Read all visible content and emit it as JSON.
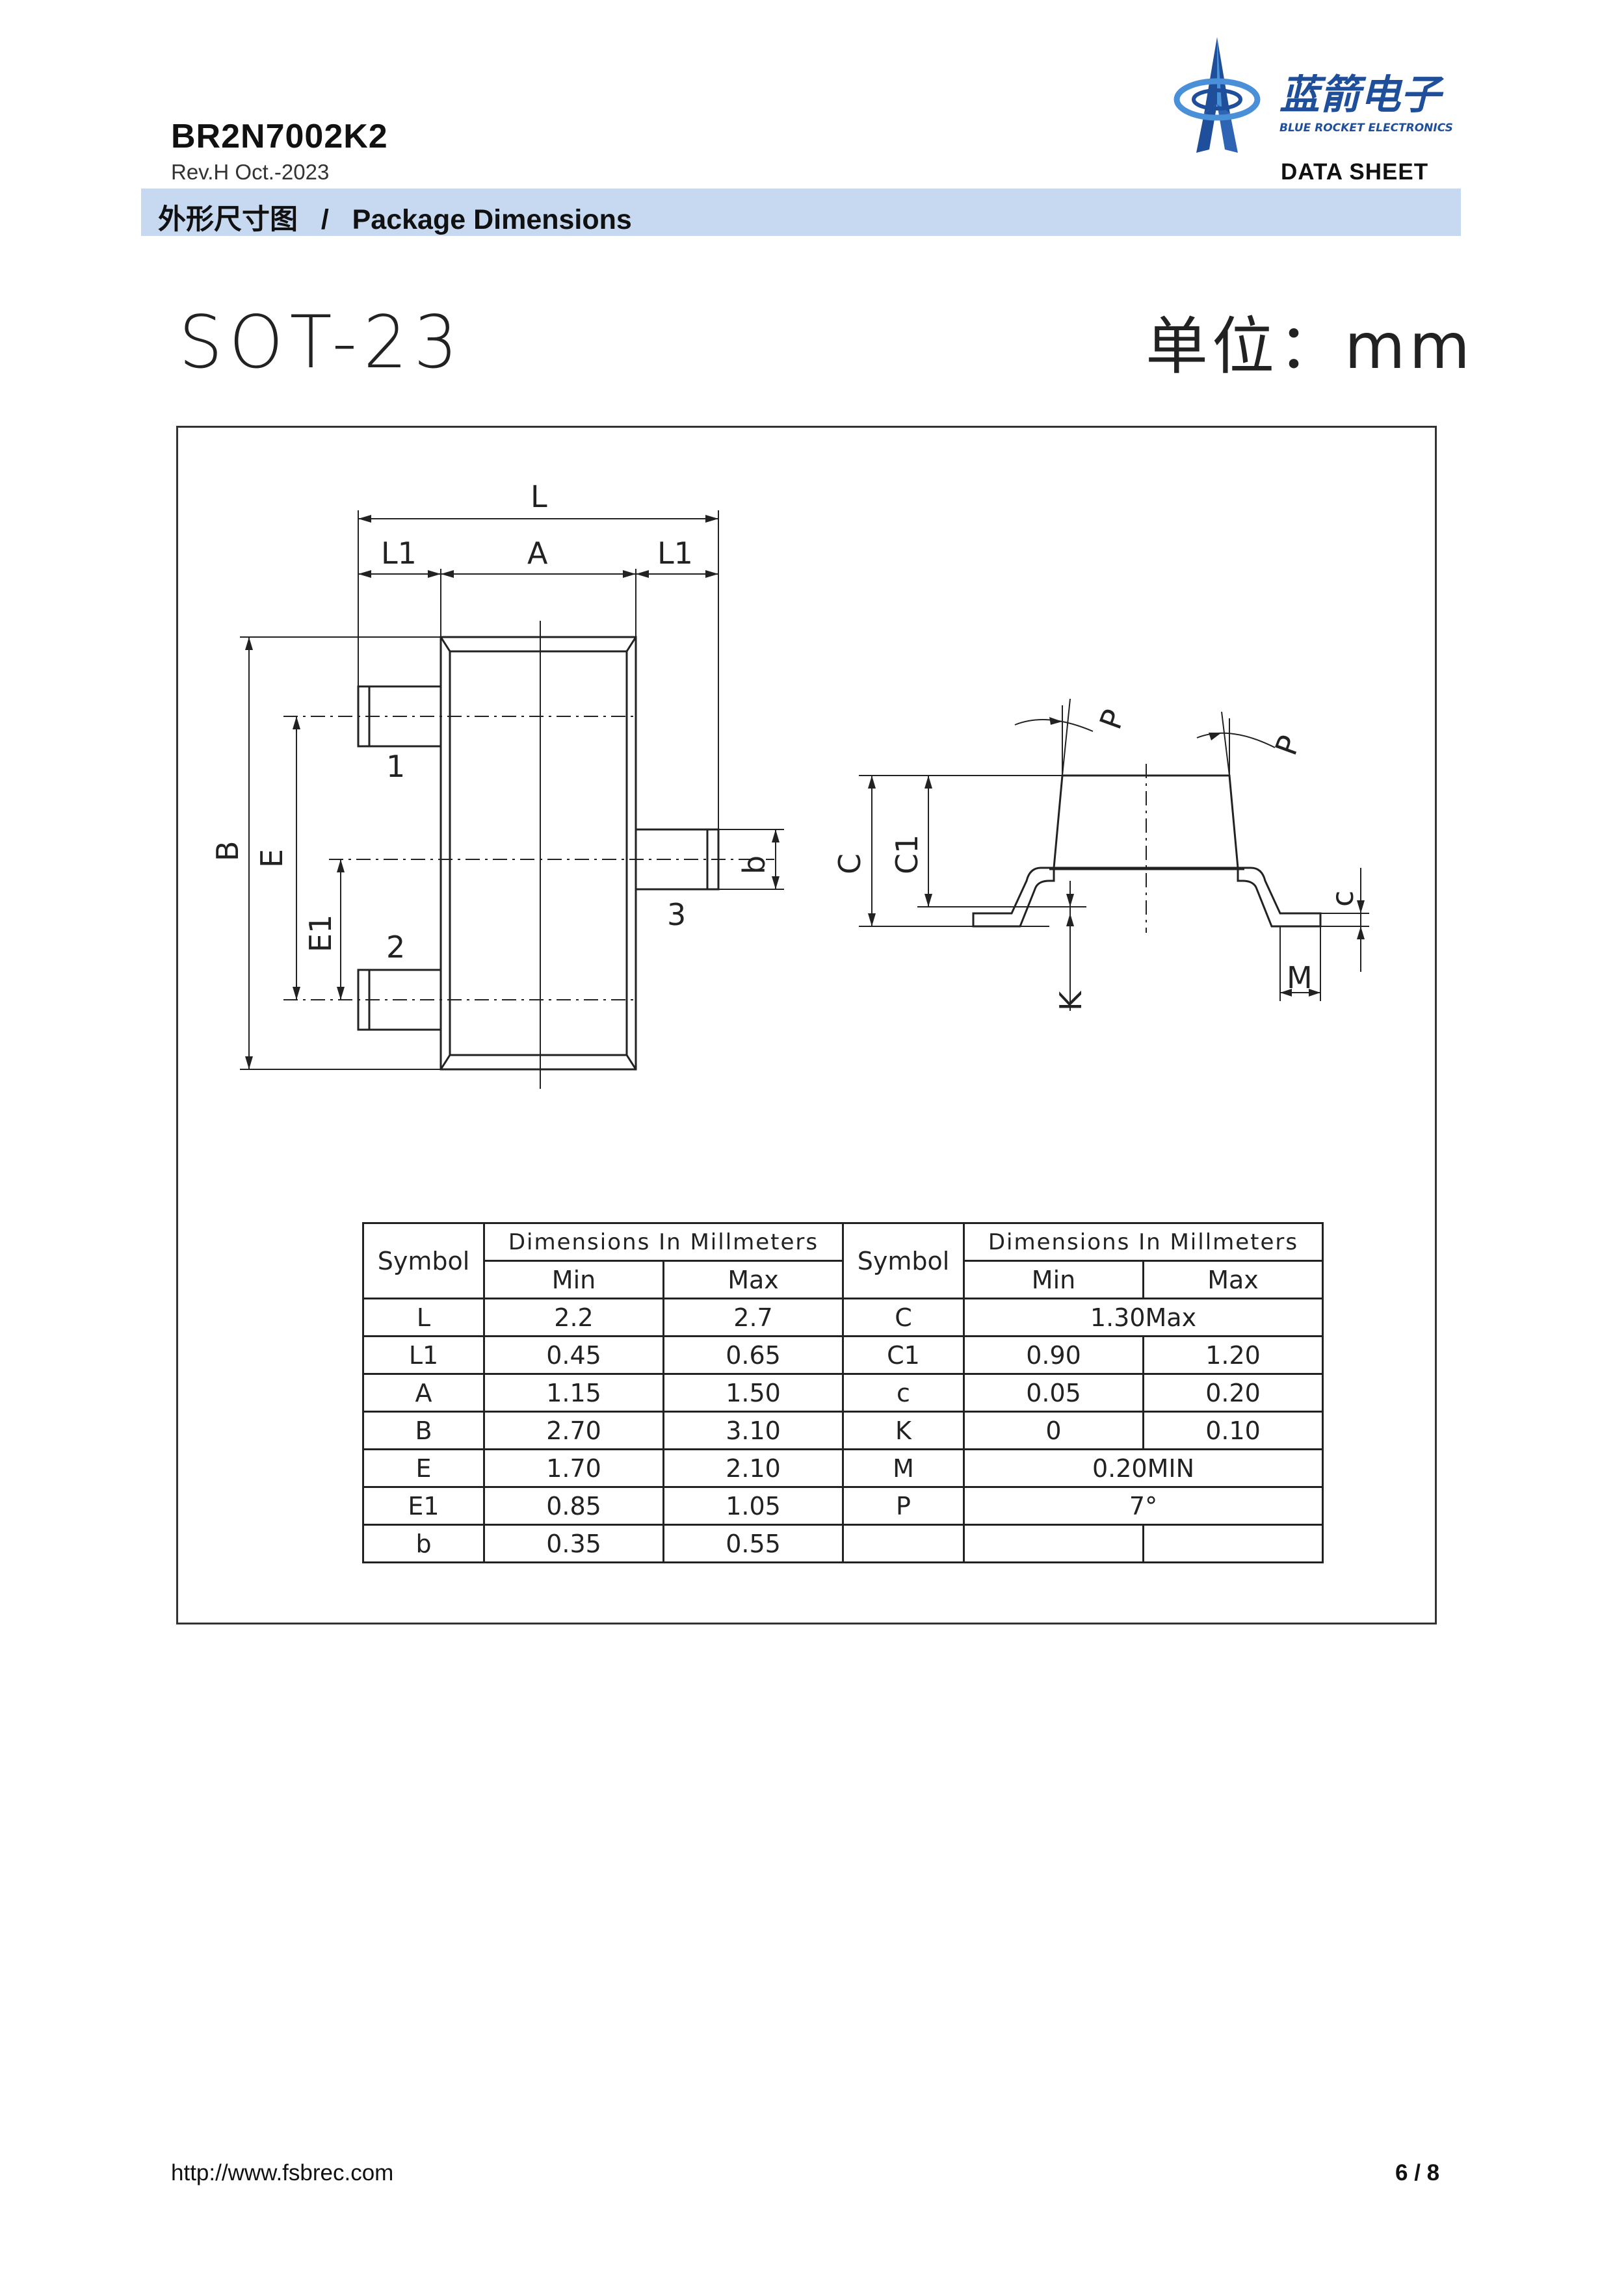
{
  "header": {
    "part_number": "BR2N7002K2",
    "revision": "Rev.H Oct.-2023",
    "doc_type": "DATA SHEET",
    "logo_cn": "蓝箭电子",
    "logo_en": "BLUE ROCKET ELECTRONICS",
    "brand_colors": {
      "primary": "#1f4e9a",
      "accent": "#4a90d9"
    }
  },
  "section": {
    "title": "外形尺寸图   /   Package Dimensions",
    "bar_color": "#c6d9f1"
  },
  "package": {
    "name": "SOT-23",
    "unit": "单位：mm"
  },
  "drawing_labels": {
    "L": "L",
    "L1_left": "L1",
    "A": "A",
    "L1_right": "L1",
    "B": "B",
    "E": "E",
    "E1": "E1",
    "b": "b",
    "pin1": "1",
    "pin2": "2",
    "pin3": "3",
    "C": "C",
    "C1": "C1",
    "c": "c",
    "K": "K",
    "M": "M",
    "P_left": "P",
    "P_right": "P"
  },
  "table": {
    "symbol_header": "Symbol",
    "dims_header": "Dimensions In Millmeters",
    "min_header": "Min",
    "max_header": "Max",
    "rows": [
      {
        "s1": "L",
        "min1": "2.2",
        "max1": "2.7",
        "s2": "C",
        "min2": "1.30Max",
        "max2": ""
      },
      {
        "s1": "L1",
        "min1": "0.45",
        "max1": "0.65",
        "s2": "C1",
        "min2": "0.90",
        "max2": "1.20"
      },
      {
        "s1": "A",
        "min1": "1.15",
        "max1": "1.50",
        "s2": "c",
        "min2": "0.05",
        "max2": "0.20"
      },
      {
        "s1": "B",
        "min1": "2.70",
        "max1": "3.10",
        "s2": "K",
        "min2": "0",
        "max2": "0.10"
      },
      {
        "s1": "E",
        "min1": "1.70",
        "max1": "2.10",
        "s2": "M",
        "min2": "0.20MIN",
        "max2": ""
      },
      {
        "s1": "E1",
        "min1": "0.85",
        "max1": "1.05",
        "s2": "P",
        "min2": "7°",
        "max2": ""
      },
      {
        "s1": "b",
        "min1": "0.35",
        "max1": "0.55",
        "s2": "",
        "min2": "",
        "max2": ""
      }
    ]
  },
  "footer": {
    "url": "http://www.fsbrec.com",
    "page": "6 / 8"
  }
}
